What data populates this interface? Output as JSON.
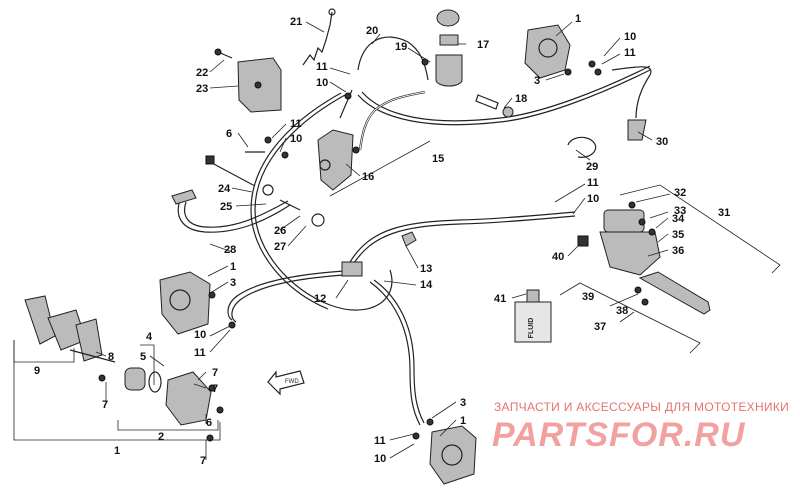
{
  "callouts": [
    {
      "id": "c21",
      "text": "21"
    },
    {
      "id": "c20",
      "text": "20"
    },
    {
      "id": "c19",
      "text": "19"
    },
    {
      "id": "c17",
      "text": "17"
    },
    {
      "id": "c1a",
      "text": "1"
    },
    {
      "id": "c10a",
      "text": "10"
    },
    {
      "id": "c11a",
      "text": "11"
    },
    {
      "id": "c3a",
      "text": "3"
    },
    {
      "id": "c22",
      "text": "22"
    },
    {
      "id": "c23",
      "text": "23"
    },
    {
      "id": "c11b",
      "text": "11"
    },
    {
      "id": "c10b",
      "text": "10"
    },
    {
      "id": "c18",
      "text": "18"
    },
    {
      "id": "c30",
      "text": "30"
    },
    {
      "id": "c6",
      "text": "6"
    },
    {
      "id": "c11c",
      "text": "11"
    },
    {
      "id": "c10c",
      "text": "10"
    },
    {
      "id": "c15",
      "text": "15"
    },
    {
      "id": "c16",
      "text": "16"
    },
    {
      "id": "c29",
      "text": "29"
    },
    {
      "id": "c24",
      "text": "24"
    },
    {
      "id": "c25",
      "text": "25"
    },
    {
      "id": "c26",
      "text": "26"
    },
    {
      "id": "c27",
      "text": "27"
    },
    {
      "id": "c11d",
      "text": "11"
    },
    {
      "id": "c10d",
      "text": "10"
    },
    {
      "id": "c32",
      "text": "32"
    },
    {
      "id": "c33",
      "text": "33"
    },
    {
      "id": "c34",
      "text": "34"
    },
    {
      "id": "c31",
      "text": "31"
    },
    {
      "id": "c35",
      "text": "35"
    },
    {
      "id": "c36",
      "text": "36"
    },
    {
      "id": "c40",
      "text": "40"
    },
    {
      "id": "c28",
      "text": "28"
    },
    {
      "id": "c13",
      "text": "13"
    },
    {
      "id": "c1b",
      "text": "1"
    },
    {
      "id": "c3b",
      "text": "3"
    },
    {
      "id": "c12",
      "text": "12"
    },
    {
      "id": "c14",
      "text": "14"
    },
    {
      "id": "c41",
      "text": "41"
    },
    {
      "id": "c39",
      "text": "39"
    },
    {
      "id": "c38",
      "text": "38"
    },
    {
      "id": "c37",
      "text": "37"
    },
    {
      "id": "c10e",
      "text": "10"
    },
    {
      "id": "c11e",
      "text": "11"
    },
    {
      "id": "c9",
      "text": "9"
    },
    {
      "id": "c8",
      "text": "8"
    },
    {
      "id": "c4",
      "text": "4"
    },
    {
      "id": "c5",
      "text": "5"
    },
    {
      "id": "c7a",
      "text": "7"
    },
    {
      "id": "c7b",
      "text": "7"
    },
    {
      "id": "c7c",
      "text": "7"
    },
    {
      "id": "c6b",
      "text": "6"
    },
    {
      "id": "c2",
      "text": "2"
    },
    {
      "id": "c7d",
      "text": "7"
    },
    {
      "id": "c1c",
      "text": "1"
    },
    {
      "id": "c3c",
      "text": "3"
    },
    {
      "id": "c1d",
      "text": "1"
    },
    {
      "id": "c11f",
      "text": "11"
    },
    {
      "id": "c10f",
      "text": "10"
    }
  ],
  "fluid_label": "FLUID",
  "direction_label": "FWD",
  "watermark": {
    "tagline": "ЗАПЧАСТИ И АКСЕССУАРЫ ДЛЯ МОТОТЕХНИКИ",
    "logo": "PARTSFOR.RU"
  }
}
